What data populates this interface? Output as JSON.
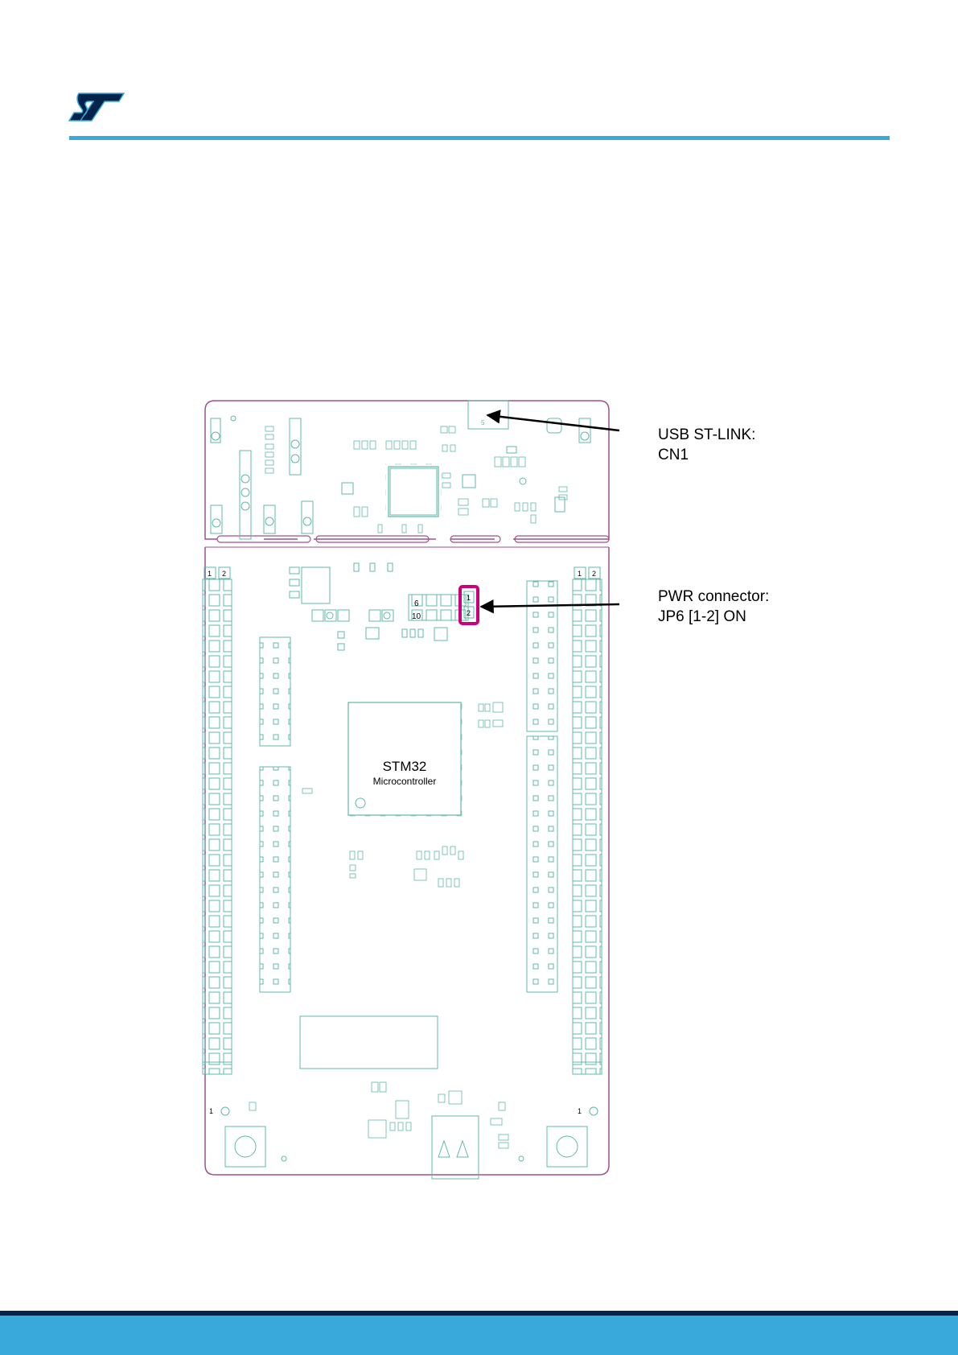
{
  "brand": {
    "logo_icon": "st-logo-icon",
    "accent_color": "#39a9dc",
    "dark_color": "#03234b",
    "board_outline_color": "#a0508c",
    "trace_color": "#5fb8a8",
    "highlight_color": "#cc007a"
  },
  "figure": {
    "mcu_title": "STM32",
    "mcu_subtitle": "Microcontroller",
    "callouts": [
      {
        "line1": "USB ST-LINK:",
        "line2": "CN1"
      },
      {
        "line1": "PWR connector:",
        "line2": "JP6 [1-2] ON"
      }
    ],
    "pin_labels": {
      "jp6_pin1": "1",
      "jp6_pin2": "2",
      "header_left_top_1": "1",
      "header_left_top_2": "2",
      "header_right_top_1": "1",
      "header_right_top_2": "2",
      "header_small_6": "6",
      "header_small_10": "10",
      "bottom_left_pin": "1",
      "bottom_right_pin": "1"
    }
  }
}
